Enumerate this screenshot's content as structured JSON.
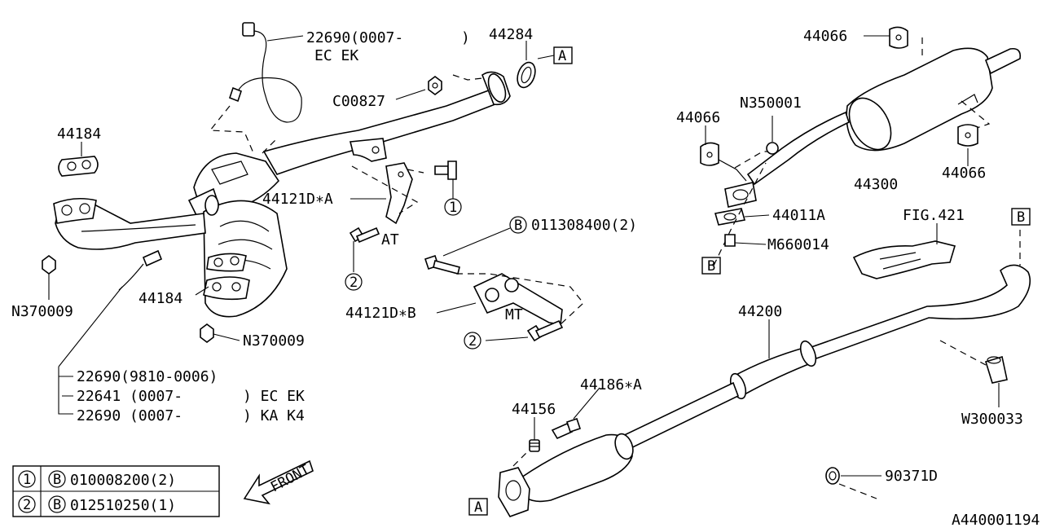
{
  "labels": {
    "sensor_front": "22690(0007-",
    "sensor_front_close": ")",
    "sensor_front_variant": "EC EK",
    "gasket_44284": "44284",
    "ref_a_top": "A",
    "nut_c00827": "C00827",
    "gasket_44184_top": "44184",
    "gasket_44184_mid": "44184",
    "bracket_a": "44121D∗A",
    "at": "AT",
    "bolt_b_label": "011308400(2)",
    "bracket_b": "44121D∗B",
    "mt": "MT",
    "nut_n370009_left": "N370009",
    "nut_n370009_mid": "N370009",
    "sensor_1": "22690(9810-0006)",
    "sensor_2a": "22641 (0007-",
    "sensor_2b": ") EC EK",
    "sensor_3a": "22690 (0007-",
    "sensor_3b": ") KA K4",
    "cushion_top": "44066",
    "cushion_left": "44066",
    "cushion_right": "44066",
    "nut_n350001": "N350001",
    "muffler": "44300",
    "gasket_44011a": "44011A",
    "bolt_m660014": "M660014",
    "ref_b_left": "B",
    "fig_ref": "FIG.421",
    "ref_b_right": "B",
    "center_pipe": "44200",
    "spring_44156": "44156",
    "bolt_44186a": "44186∗A",
    "ref_a_bottom": "A",
    "clip_w300033": "W300033",
    "clip_90371d": "90371D",
    "front": "FRONT",
    "one_callout": "1",
    "two_callout_1": "2",
    "two_callout_2": "2",
    "diagram_id": "A440001194"
  },
  "legend": {
    "rows": [
      {
        "num": "1",
        "b": "B",
        "part": "010008200(2)"
      },
      {
        "num": "2",
        "b": "B",
        "part": "012510250(1)"
      }
    ]
  }
}
